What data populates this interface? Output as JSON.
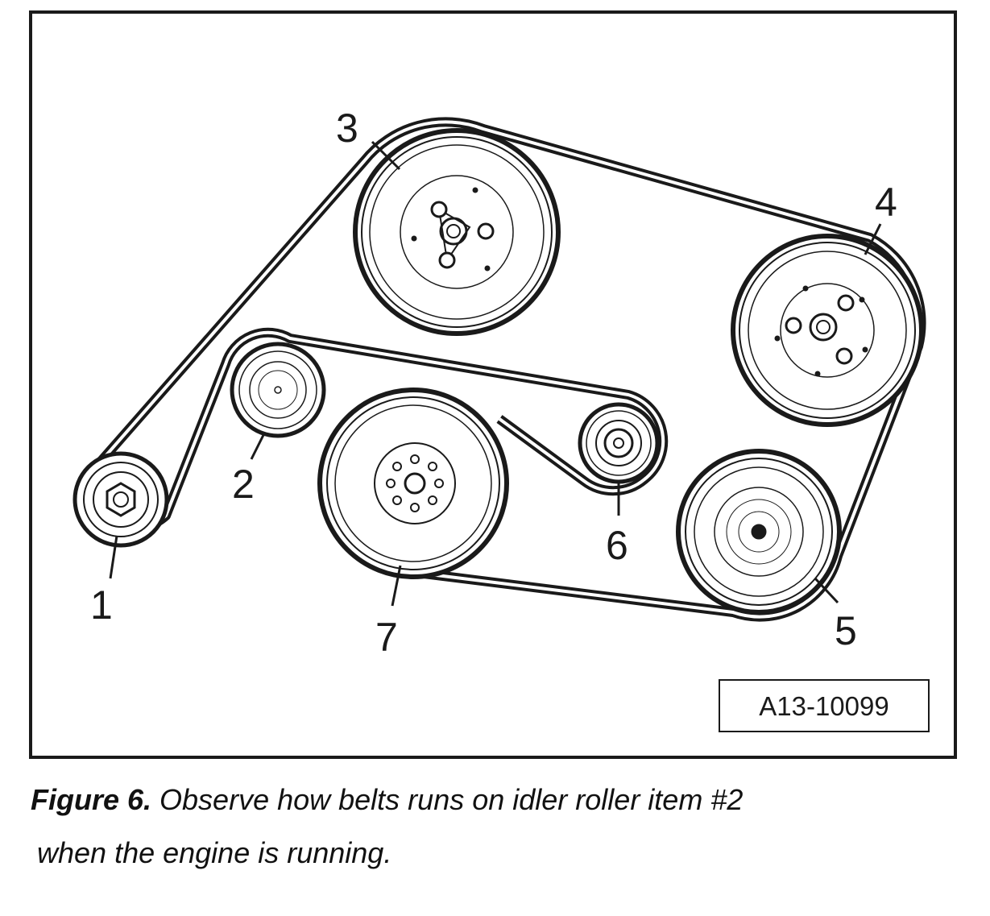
{
  "diagram": {
    "reference_code": "A13-10099",
    "pulleys": [
      {
        "id": "1",
        "label": "1"
      },
      {
        "id": "2",
        "label": "2"
      },
      {
        "id": "3",
        "label": "3"
      },
      {
        "id": "4",
        "label": "4"
      },
      {
        "id": "5",
        "label": "5"
      },
      {
        "id": "6",
        "label": "6"
      },
      {
        "id": "7",
        "label": "7"
      }
    ]
  },
  "caption": {
    "label": "Figure 6.",
    "text_line_1": " Observe how belts runs on idler roller item #2",
    "text_line_2": "when the engine is running."
  }
}
